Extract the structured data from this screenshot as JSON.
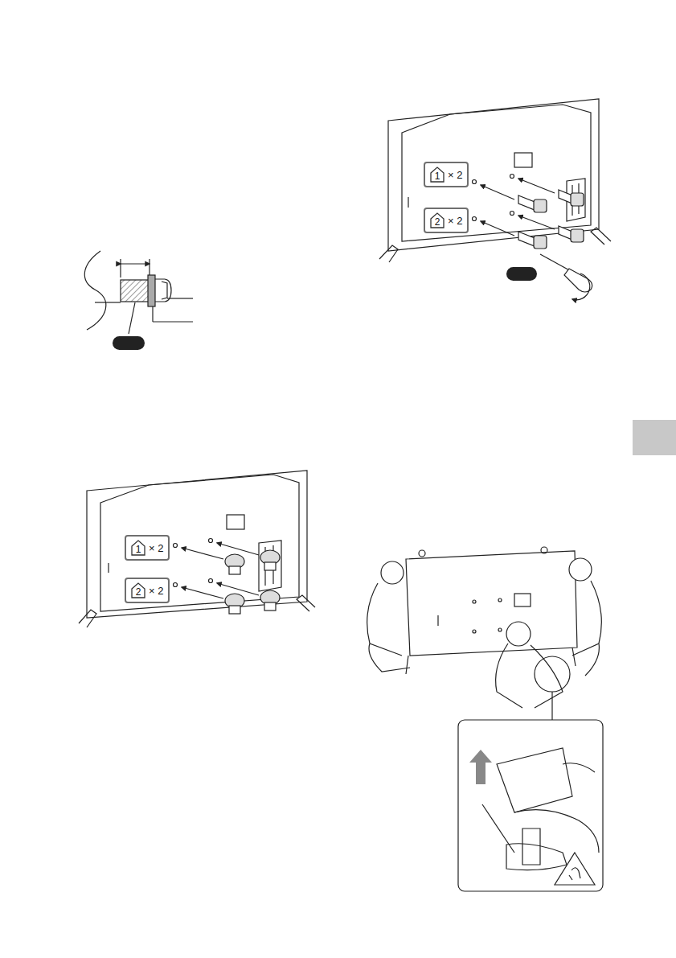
{
  "diagram": {
    "nodes": [
      {
        "text": [
          "1",
          "× 2"
        ]
      },
      {
        "text": [
          "2",
          "× 2"
        ]
      },
      {
        "text": [
          "1",
          "× 2"
        ]
      },
      {
        "text": [
          "2",
          "× 2"
        ]
      }
    ]
  }
}
